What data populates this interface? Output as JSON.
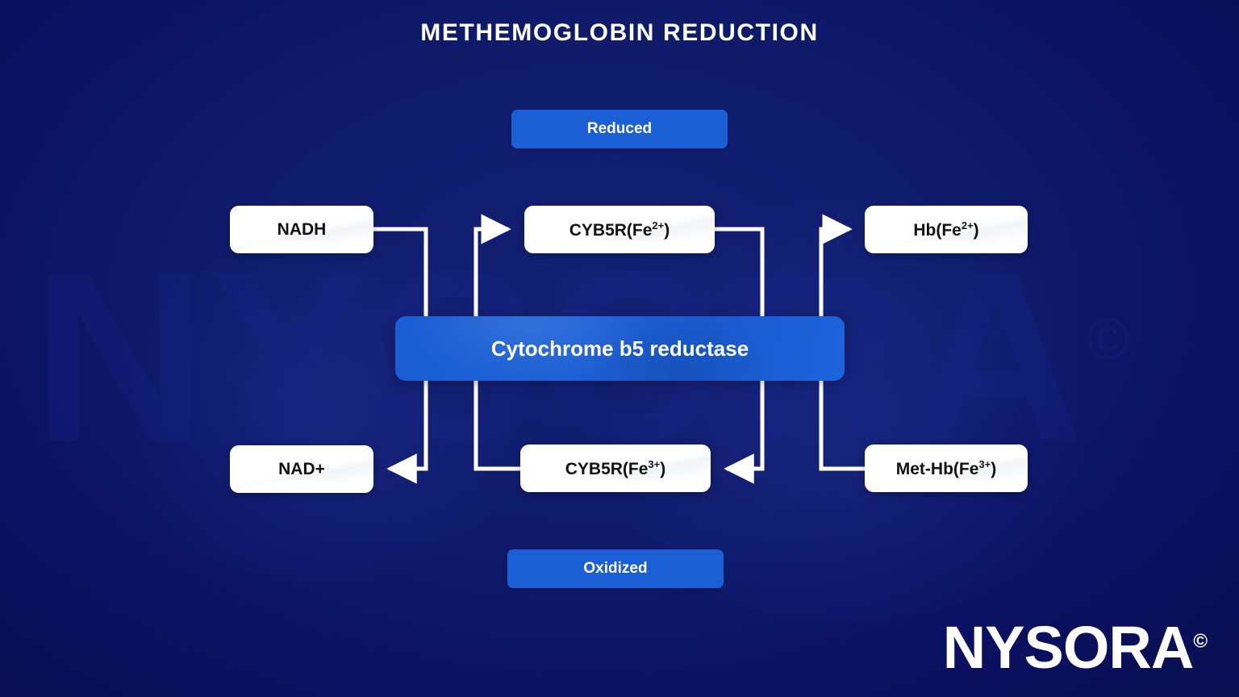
{
  "title": "METHEMOGLOBIN REDUCTION",
  "watermark": {
    "text": "NYSORA",
    "copyright": "©"
  },
  "labels": {
    "reduced": "Reduced",
    "oxidized": "Oxidized"
  },
  "enzyme": {
    "name": "Cytochrome b5 reductase"
  },
  "nodes": {
    "nadh": {
      "label": "NADH"
    },
    "cyb5r_2": {
      "base": "CYB5R(Fe",
      "charge": "2+",
      "tail": ")"
    },
    "hb": {
      "base": "Hb(Fe",
      "charge": "2+",
      "tail": ")"
    },
    "nad": {
      "label": "NAD+"
    },
    "cyb5r_3": {
      "base": "CYB5R(Fe",
      "charge": "3+",
      "tail": ")"
    },
    "methb": {
      "base": "Met-Hb(Fe",
      "charge": "3+",
      "tail": ")"
    }
  },
  "logo": {
    "text": "NYSORA",
    "mark": "©"
  },
  "colors": {
    "background": "#0b1469",
    "accent_blue": "#1a5fd4",
    "card_white": "#ffffff",
    "connector": "#ffffff",
    "text_dark": "#111111",
    "watermark": "#18248a"
  },
  "chart_data": {
    "type": "diagram",
    "title": "METHEMOGLOBIN REDUCTION",
    "subtitle_bands": [
      "Reduced",
      "Oxidized"
    ],
    "central_node": "Cytochrome b5 reductase",
    "nodes": [
      {
        "id": "nadh",
        "label": "NADH",
        "row": "reduced"
      },
      {
        "id": "cyb5r_2",
        "label": "CYB5R(Fe2+)",
        "row": "reduced"
      },
      {
        "id": "hb",
        "label": "Hb(Fe2+)",
        "row": "reduced"
      },
      {
        "id": "nad",
        "label": "NAD+",
        "row": "oxidized"
      },
      {
        "id": "cyb5r_3",
        "label": "CYB5R(Fe3+)",
        "row": "oxidized"
      },
      {
        "id": "methb",
        "label": "Met-Hb(Fe3+)",
        "row": "oxidized"
      }
    ],
    "edges": [
      {
        "from": "nadh",
        "to": "nad",
        "style": "orthogonal",
        "arrow": "left"
      },
      {
        "from": "cyb5r_3",
        "to": "cyb5r_2",
        "style": "orthogonal",
        "arrow": "right"
      },
      {
        "from": "cyb5r_2",
        "to": "cyb5r_3",
        "style": "orthogonal",
        "arrow": "left"
      },
      {
        "from": "methb",
        "to": "hb",
        "style": "orthogonal",
        "arrow": "right"
      }
    ]
  }
}
